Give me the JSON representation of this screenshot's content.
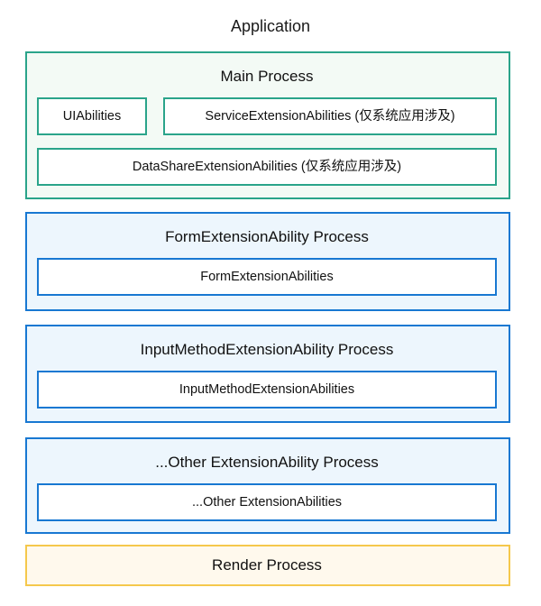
{
  "title": "Application",
  "colors": {
    "main_process_border": "#2aa48a",
    "main_process_bg": "#f3faf5",
    "extension_process_border": "#1878d2",
    "extension_process_bg": "#edf6fd",
    "render_process_border": "#f5c84c",
    "render_process_bg": "#fff9ed",
    "text": "#1a1a1a"
  },
  "main_process": {
    "label": "Main Process",
    "ui_abilities": "UIAbilities",
    "service_extension": "ServiceExtensionAbilities (仅系统应用涉及)",
    "datashare_extension": "DataShareExtensionAbilities (仅系统应用涉及)"
  },
  "form_process": {
    "label": "FormExtensionAbility Process",
    "child": "FormExtensionAbilities"
  },
  "input_method_process": {
    "label": "InputMethodExtensionAbility Process",
    "child": "InputMethodExtensionAbilities"
  },
  "other_process": {
    "label": "...Other ExtensionAbility Process",
    "child": "...Other ExtensionAbilities"
  },
  "render_process": {
    "label": "Render Process"
  }
}
